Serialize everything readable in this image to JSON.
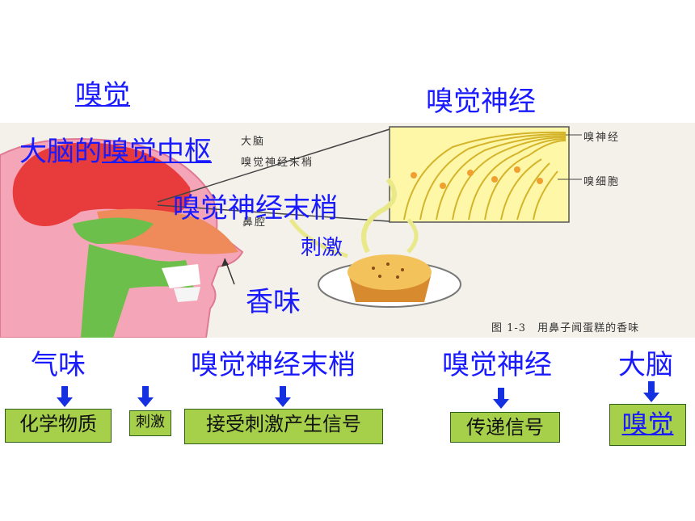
{
  "header": {
    "left_title": "嗅觉",
    "right_title": "嗅觉神经"
  },
  "figure": {
    "overlay": {
      "center_label": "大脑的嗅觉中枢",
      "center_label_underlined_part": "嗅觉中枢",
      "nerve_endings": "嗅觉神经末梢",
      "stimulus": "刺激",
      "aroma": "香味"
    },
    "labels": {
      "brain": "大脑",
      "nerve_endings": "嗅觉神经末梢",
      "nasal_cavity": "鼻腔",
      "smell_nerve": "嗅神经",
      "smell_cell": "嗅细胞"
    },
    "caption": "图 1-3　用鼻子闻蛋糕的香味"
  },
  "flow": {
    "top_labels": [
      "气味",
      "嗅觉神经末梢",
      "嗅觉神经",
      "大脑"
    ],
    "boxes": [
      "化学物质",
      "刺激",
      "接受刺激产生信号",
      "传递信号",
      "嗅觉"
    ]
  },
  "colors": {
    "title_blue": "#1a1aff",
    "box_green": "#a6cf4a",
    "arrow_blue": "#1530e0"
  }
}
